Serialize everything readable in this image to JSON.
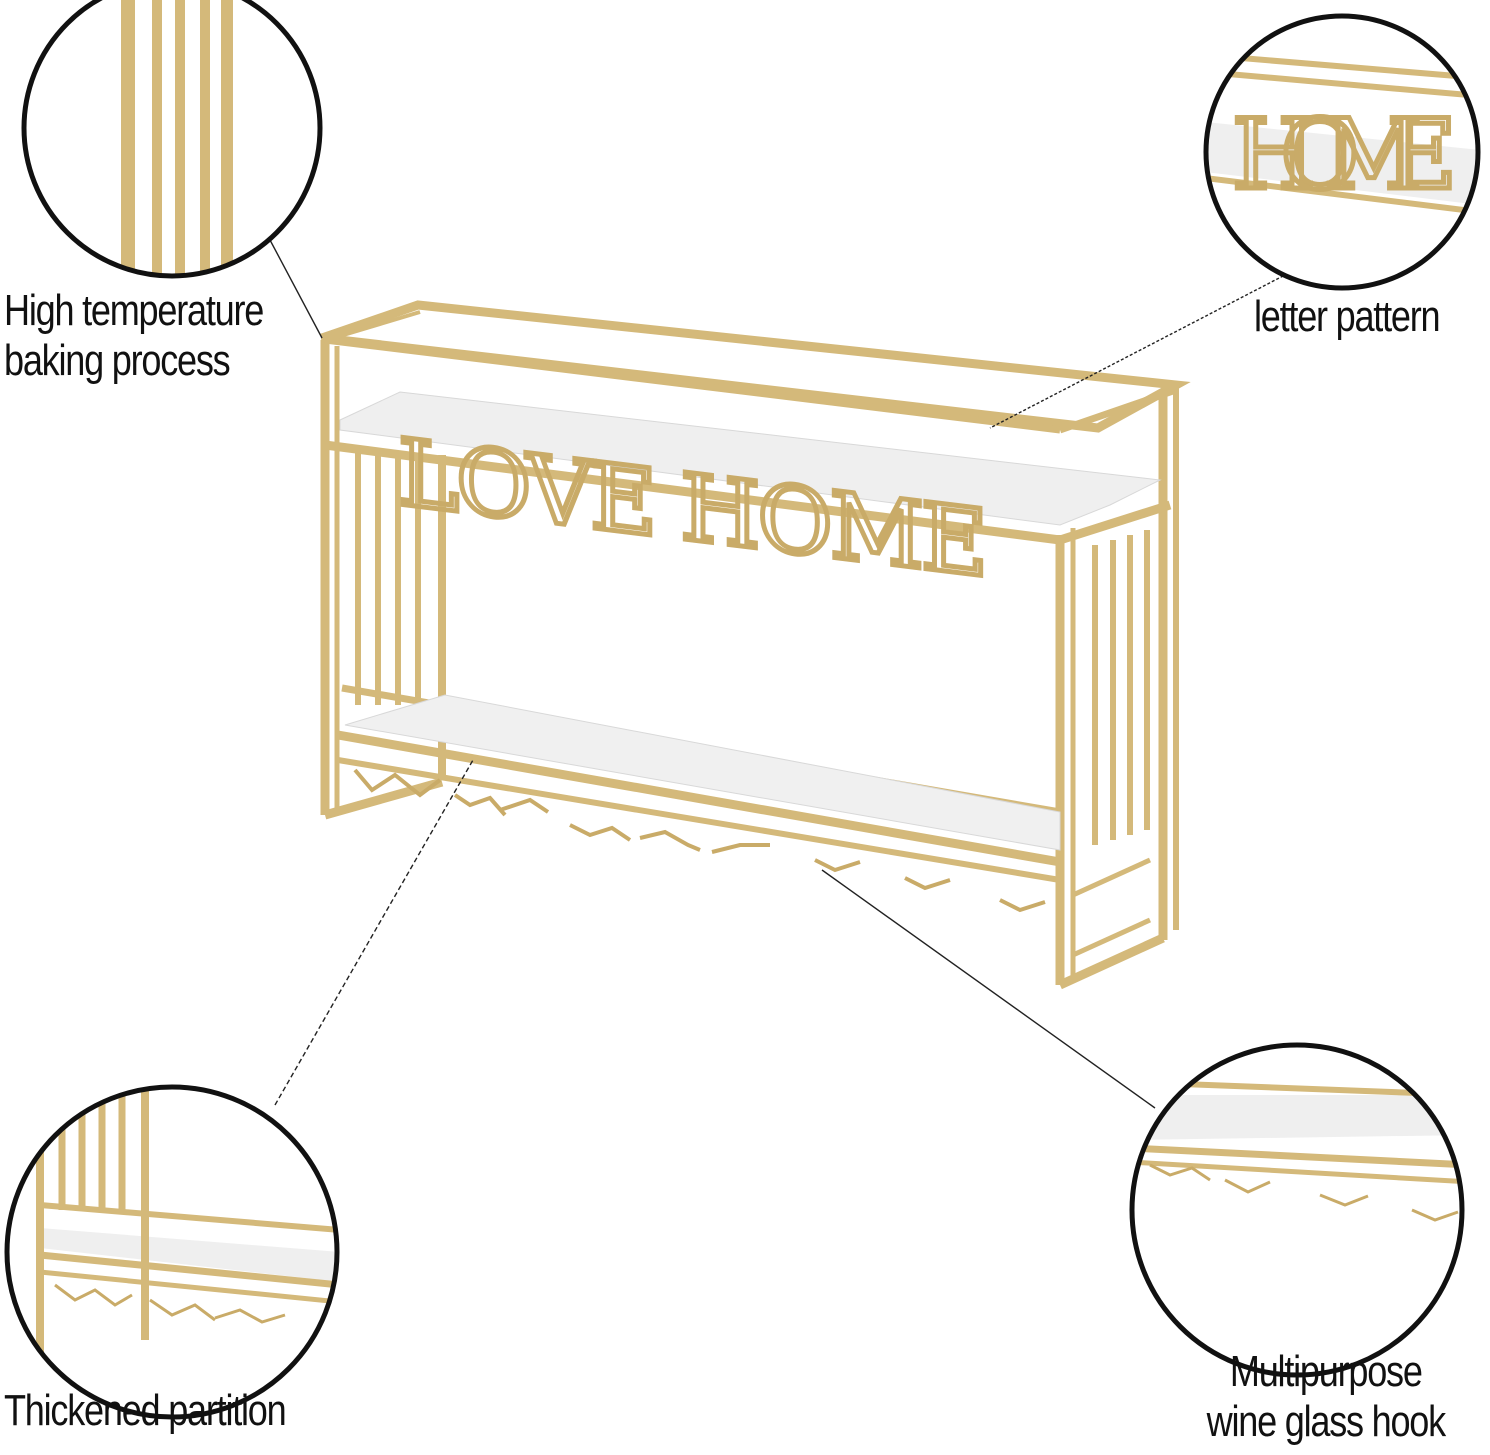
{
  "product": {
    "frame_lettering": "LOVE HOME",
    "frame_color": "#d9bf80",
    "shelf_color": "#f2f2f2",
    "hook_count": 9
  },
  "callouts": [
    {
      "id": "top-left",
      "lines": [
        "High temperature",
        "baking process"
      ],
      "detail": "vertical-bars"
    },
    {
      "id": "top-right",
      "lines": [
        "letter pattern"
      ],
      "detail": "home-letters",
      "letters": "HOME"
    },
    {
      "id": "bottom-left",
      "lines": [
        "Thickened partition"
      ],
      "detail": "shelf-and-hooks"
    },
    {
      "id": "bottom-right",
      "lines": [
        "Multipurpose",
        "wine glass hook"
      ],
      "detail": "glass-hooks"
    }
  ]
}
